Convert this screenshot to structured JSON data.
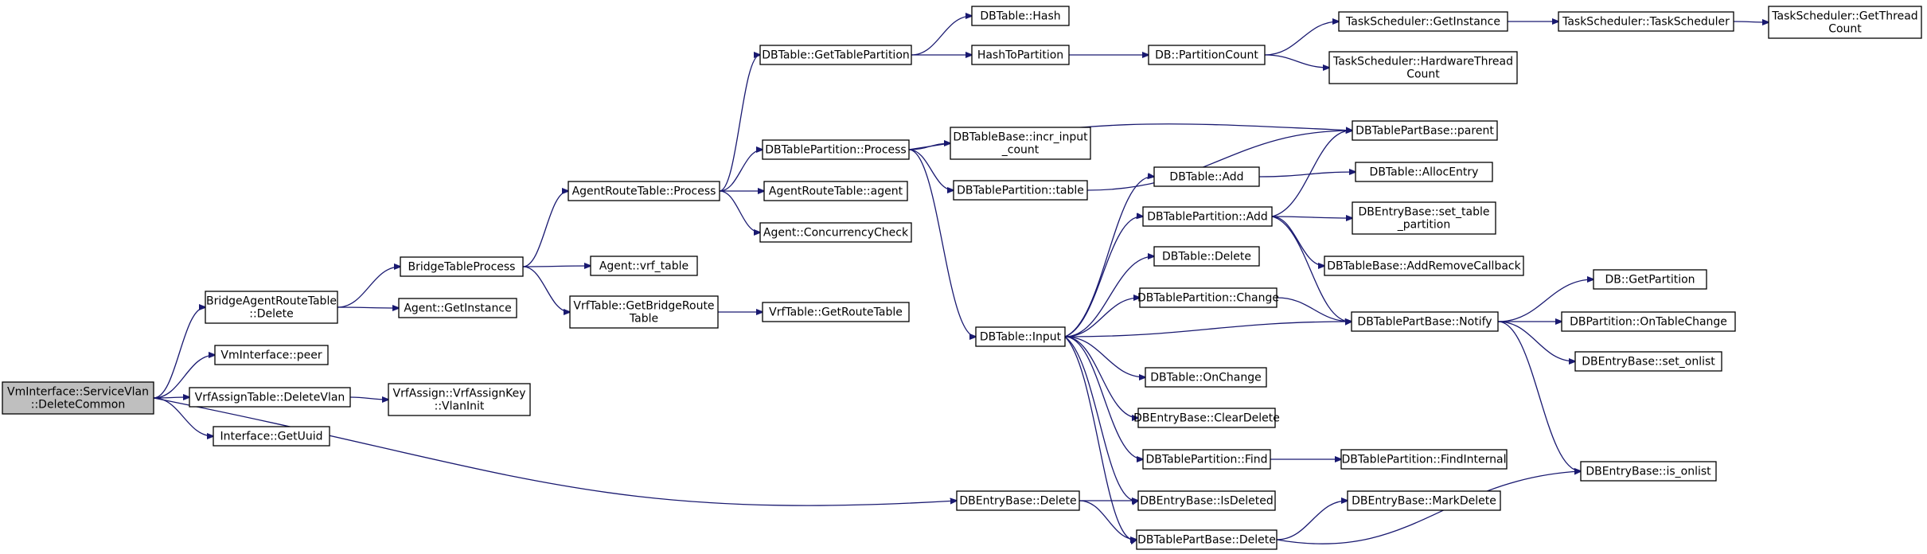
{
  "diagram": {
    "nodes": [
      {
        "id": "n0",
        "lines": [
          "VmInterface::ServiceVlan",
          "::DeleteCommon"
        ],
        "root": true
      },
      {
        "id": "n1",
        "lines": [
          "BridgeAgentRouteTable",
          "::Delete"
        ]
      },
      {
        "id": "n2",
        "lines": [
          "VmInterface::peer"
        ]
      },
      {
        "id": "n3",
        "lines": [
          "VrfAssignTable::DeleteVlan"
        ]
      },
      {
        "id": "n4",
        "lines": [
          "Interface::GetUuid"
        ]
      },
      {
        "id": "n5",
        "lines": [
          "DBEntryBase::Delete"
        ]
      },
      {
        "id": "n6",
        "lines": [
          "BridgeTableProcess"
        ]
      },
      {
        "id": "n7",
        "lines": [
          "Agent::GetInstance"
        ]
      },
      {
        "id": "n8",
        "lines": [
          "VrfAssign::VrfAssignKey",
          "::VlanInit"
        ]
      },
      {
        "id": "n9",
        "lines": [
          "AgentRouteTable::Process"
        ]
      },
      {
        "id": "n10",
        "lines": [
          "Agent::vrf_table"
        ]
      },
      {
        "id": "n11",
        "lines": [
          "VrfTable::GetBridgeRoute",
          "Table"
        ]
      },
      {
        "id": "n12",
        "lines": [
          "DBTable::GetTablePartition"
        ]
      },
      {
        "id": "n13",
        "lines": [
          "DBTablePartition::Process"
        ]
      },
      {
        "id": "n14",
        "lines": [
          "AgentRouteTable::agent"
        ]
      },
      {
        "id": "n15",
        "lines": [
          "Agent::ConcurrencyCheck"
        ]
      },
      {
        "id": "n16",
        "lines": [
          "VrfTable::GetRouteTable"
        ]
      },
      {
        "id": "n17",
        "lines": [
          "DBTable::Hash"
        ]
      },
      {
        "id": "n18",
        "lines": [
          "HashToPartition"
        ]
      },
      {
        "id": "n19",
        "lines": [
          "DBTableBase::incr_input",
          "_count"
        ]
      },
      {
        "id": "n20",
        "lines": [
          "DBTablePartition::table"
        ]
      },
      {
        "id": "n21",
        "lines": [
          "DBTable::Input"
        ]
      },
      {
        "id": "n22",
        "lines": [
          "DB::PartitionCount"
        ]
      },
      {
        "id": "n23",
        "lines": [
          "DBTable::Add"
        ]
      },
      {
        "id": "n24",
        "lines": [
          "DBTablePartition::Add"
        ]
      },
      {
        "id": "n25",
        "lines": [
          "DBTable::Delete"
        ]
      },
      {
        "id": "n26",
        "lines": [
          "DBTablePartition::Change"
        ]
      },
      {
        "id": "n27",
        "lines": [
          "DBTable::OnChange"
        ]
      },
      {
        "id": "n28",
        "lines": [
          "DBEntryBase::ClearDelete"
        ]
      },
      {
        "id": "n29",
        "lines": [
          "DBTablePartition::Find"
        ]
      },
      {
        "id": "n30",
        "lines": [
          "DBEntryBase::IsDeleted"
        ]
      },
      {
        "id": "n31",
        "lines": [
          "DBTablePartBase::Delete"
        ]
      },
      {
        "id": "n32",
        "lines": [
          "TaskScheduler::GetInstance"
        ]
      },
      {
        "id": "n33",
        "lines": [
          "TaskScheduler::HardwareThread",
          "Count"
        ]
      },
      {
        "id": "n34",
        "lines": [
          "DBTablePartBase::parent"
        ]
      },
      {
        "id": "n35",
        "lines": [
          "DBTable::AllocEntry"
        ]
      },
      {
        "id": "n36",
        "lines": [
          "DBEntryBase::set_table",
          "_partition"
        ]
      },
      {
        "id": "n37",
        "lines": [
          "DBTableBase::AddRemoveCallback"
        ]
      },
      {
        "id": "n38",
        "lines": [
          "DBTablePartBase::Notify"
        ]
      },
      {
        "id": "n39",
        "lines": [
          "DBTablePartition::FindInternal"
        ]
      },
      {
        "id": "n40",
        "lines": [
          "DBEntryBase::MarkDelete"
        ]
      },
      {
        "id": "n41",
        "lines": [
          "TaskScheduler::TaskScheduler"
        ]
      },
      {
        "id": "n42",
        "lines": [
          "DB::GetPartition"
        ]
      },
      {
        "id": "n43",
        "lines": [
          "DBPartition::OnTableChange"
        ]
      },
      {
        "id": "n44",
        "lines": [
          "DBEntryBase::set_onlist"
        ]
      },
      {
        "id": "n45",
        "lines": [
          "DBEntryBase::is_onlist"
        ]
      },
      {
        "id": "n46",
        "lines": [
          "TaskScheduler::GetThread",
          "Count"
        ]
      }
    ],
    "edges": [
      [
        "n0",
        "n1"
      ],
      [
        "n0",
        "n2"
      ],
      [
        "n0",
        "n3"
      ],
      [
        "n0",
        "n4"
      ],
      [
        "n0",
        "n5"
      ],
      [
        "n1",
        "n6"
      ],
      [
        "n1",
        "n7"
      ],
      [
        "n3",
        "n8"
      ],
      [
        "n6",
        "n9"
      ],
      [
        "n6",
        "n10"
      ],
      [
        "n6",
        "n11"
      ],
      [
        "n11",
        "n16"
      ],
      [
        "n9",
        "n12"
      ],
      [
        "n9",
        "n13"
      ],
      [
        "n9",
        "n14"
      ],
      [
        "n9",
        "n15"
      ],
      [
        "n12",
        "n17"
      ],
      [
        "n12",
        "n18"
      ],
      [
        "n18",
        "n22"
      ],
      [
        "n22",
        "n32"
      ],
      [
        "n22",
        "n33"
      ],
      [
        "n32",
        "n41"
      ],
      [
        "n41",
        "n46"
      ],
      [
        "n13",
        "n34"
      ],
      [
        "n13",
        "n19"
      ],
      [
        "n13",
        "n20"
      ],
      [
        "n13",
        "n21"
      ],
      [
        "n20",
        "n34"
      ],
      [
        "n21",
        "n23"
      ],
      [
        "n21",
        "n24"
      ],
      [
        "n21",
        "n25"
      ],
      [
        "n21",
        "n26"
      ],
      [
        "n21",
        "n38"
      ],
      [
        "n21",
        "n27"
      ],
      [
        "n21",
        "n28"
      ],
      [
        "n21",
        "n29"
      ],
      [
        "n21",
        "n30"
      ],
      [
        "n21",
        "n31"
      ],
      [
        "n23",
        "n35"
      ],
      [
        "n24",
        "n34"
      ],
      [
        "n24",
        "n36"
      ],
      [
        "n24",
        "n37"
      ],
      [
        "n24",
        "n38"
      ],
      [
        "n26",
        "n38"
      ],
      [
        "n29",
        "n39"
      ],
      [
        "n38",
        "n42"
      ],
      [
        "n38",
        "n43"
      ],
      [
        "n38",
        "n44"
      ],
      [
        "n38",
        "n45"
      ],
      [
        "n5",
        "n30"
      ],
      [
        "n5",
        "n31"
      ],
      [
        "n31",
        "n40"
      ],
      [
        "n31",
        "n45"
      ]
    ]
  }
}
